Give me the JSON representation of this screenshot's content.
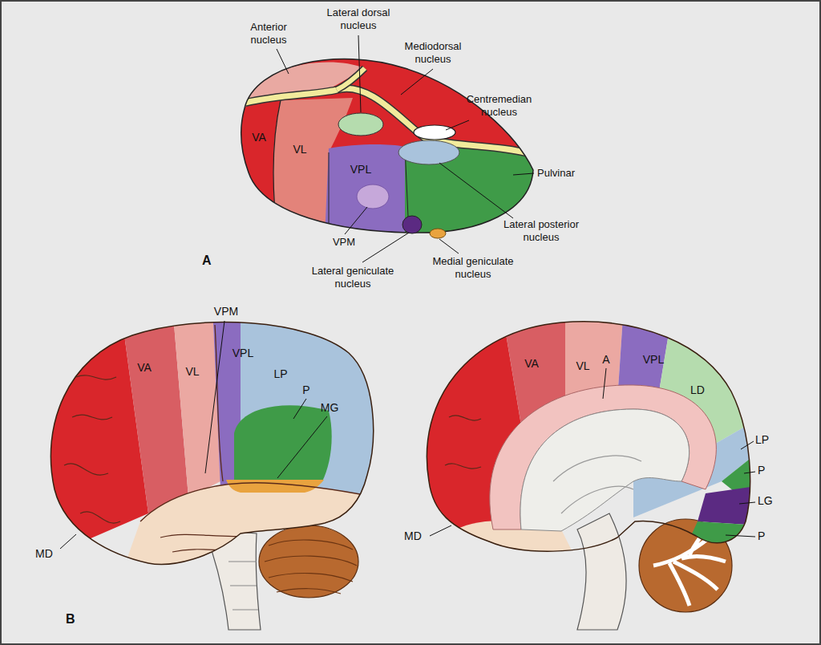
{
  "diagram": {
    "labels": [
      "Anterior nucleus",
      "Lateral dorsal nucleus",
      "Mediodorsal nucleus",
      "Centremedian nucleus",
      "VA",
      "VL",
      "VPL",
      "Pulvinar",
      "VPM",
      "Lateral posterior nucleus",
      "Lateral geniculate nucleus",
      "Medial geniculate nucleus",
      "A",
      "VPM",
      "VA",
      "VL",
      "VPL",
      "LP",
      "P",
      "MG",
      "MD",
      "B",
      "VA",
      "VL",
      "A",
      "VPL",
      "LD",
      "LP",
      "P",
      "LG",
      "P",
      "MD"
    ]
  }
}
